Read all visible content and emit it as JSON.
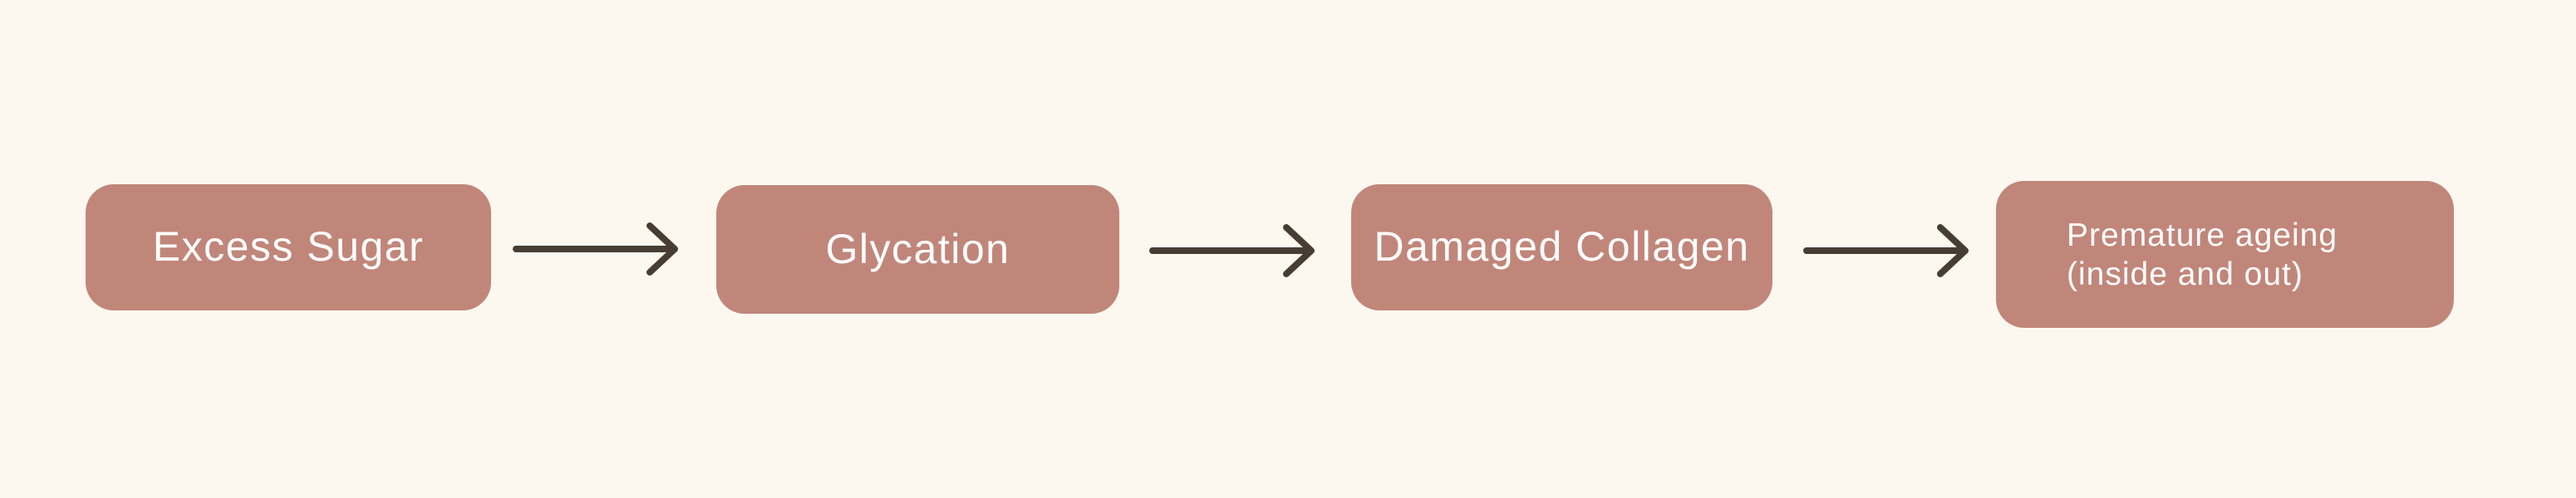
{
  "diagram": {
    "type": "flowchart",
    "direction": "left-to-right",
    "colors": {
      "background": "#fcf8ef",
      "node_fill": "#c1867a",
      "node_text": "#ffffff",
      "arrow": "#473d33"
    },
    "nodes": [
      {
        "id": "excess-sugar",
        "label": "Excess Sugar"
      },
      {
        "id": "glycation",
        "label": "Glycation"
      },
      {
        "id": "damaged-collagen",
        "label": "Damaged Collagen"
      },
      {
        "id": "premature-ageing",
        "label": "Premature ageing\n(inside and out)"
      }
    ],
    "connectors": [
      {
        "from": "excess-sugar",
        "to": "glycation"
      },
      {
        "from": "glycation",
        "to": "damaged-collagen"
      },
      {
        "from": "damaged-collagen",
        "to": "premature-ageing"
      }
    ]
  }
}
